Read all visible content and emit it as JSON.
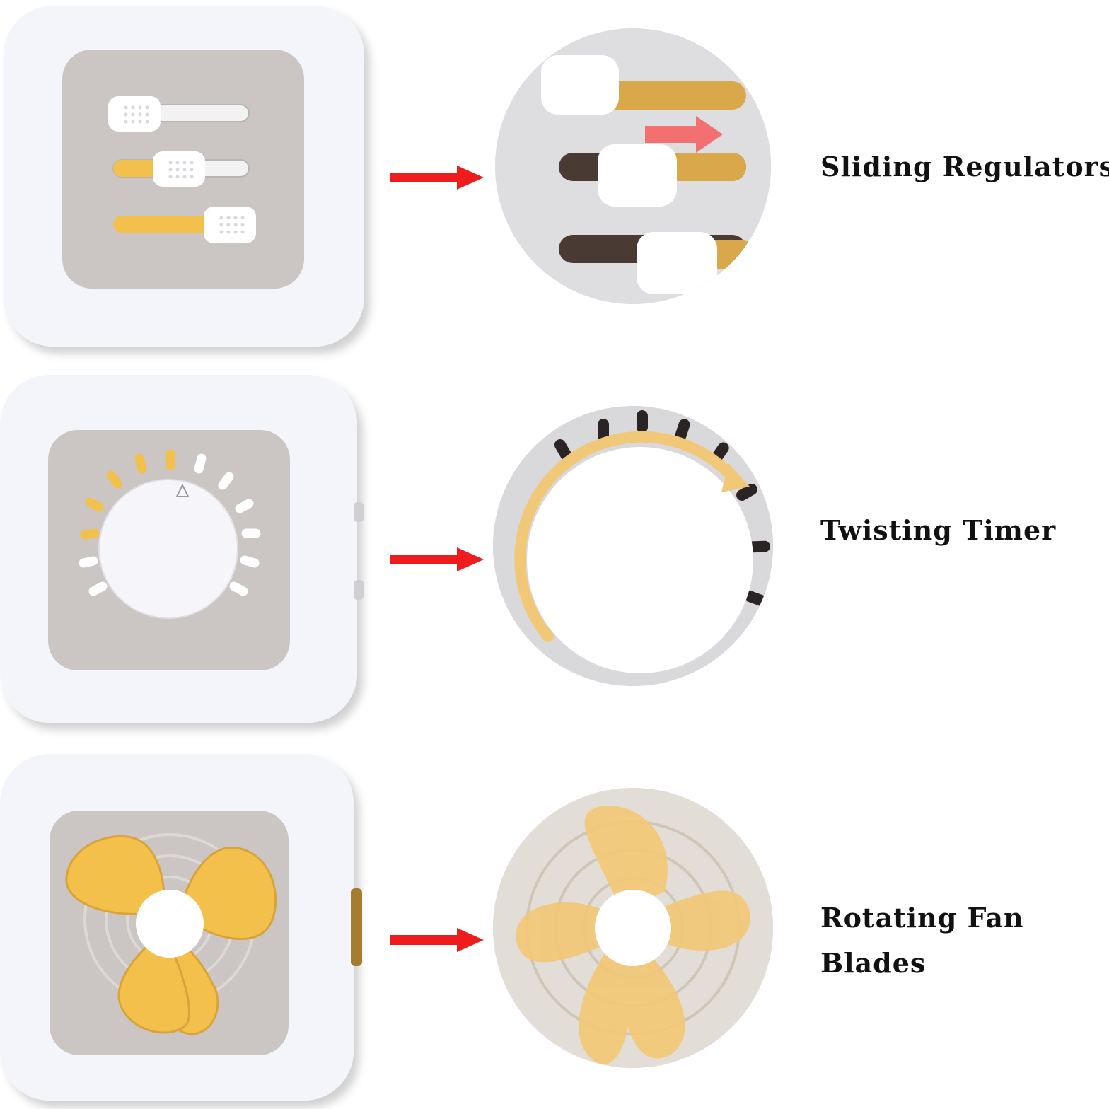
{
  "features": [
    {
      "id": "sliding-regulators",
      "label_lines": [
        "Sliding Regulators"
      ],
      "icon": "slider-panel",
      "accent_color": "#f2c04b"
    },
    {
      "id": "twisting-timer",
      "label_lines": [
        "Twisting Timer"
      ],
      "icon": "dial-knob",
      "accent_color": "#f2c04b"
    },
    {
      "id": "rotating-fan-blades",
      "label_lines": [
        "Rotating Fan",
        "Blades"
      ],
      "icon": "fan-blades",
      "accent_color": "#f0c060"
    }
  ],
  "colors": {
    "shell": "#f4f5fa",
    "panel": "#cbc6c4",
    "accent": "#f2c04b",
    "arrow": "#ee1c1c",
    "text": "#111111"
  },
  "arrow_icon": "right-arrow-icon"
}
